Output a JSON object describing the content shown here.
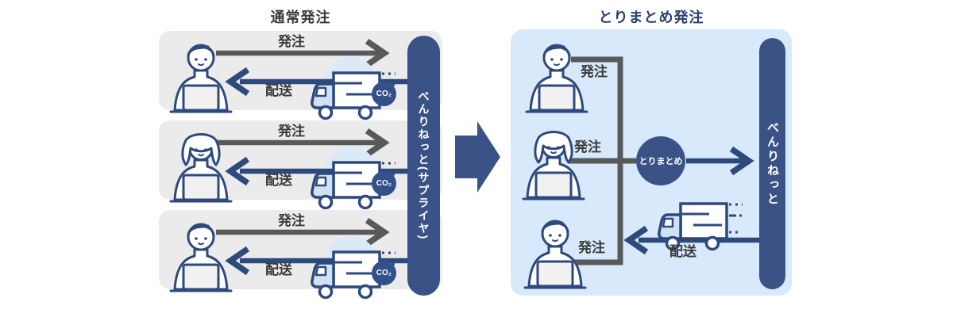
{
  "left": {
    "title": "通常発注",
    "supplier_label": "べんりねっと(サプライヤ)",
    "rows": [
      {
        "order_label": "発注",
        "delivery_label": "配送",
        "co2_label": "CO₂",
        "person": "male"
      },
      {
        "order_label": "発注",
        "delivery_label": "配送",
        "co2_label": "CO₂",
        "person": "female"
      },
      {
        "order_label": "発注",
        "delivery_label": "配送",
        "co2_label": "CO₂",
        "person": "male"
      }
    ]
  },
  "right": {
    "title": "とりまとめ発注",
    "supplier_label": "べんりねっと",
    "consolidate_label": "とりまとめ",
    "delivery_label": "配送",
    "orders": [
      {
        "label": "発注",
        "person": "male"
      },
      {
        "label": "発注",
        "person": "female"
      },
      {
        "label": "発注",
        "person": "male"
      }
    ]
  },
  "colors": {
    "navy": "#3b5286",
    "arrow_navy": "#2e4a7c",
    "gray_arrow": "#58595b",
    "panel_gray": "#ebebeb",
    "panel_blue": "#d7e9fa",
    "halo_blue": "#dbeaf8",
    "truck_cab_blue": "#cfe2f5",
    "text_dark": "#3a3a3a",
    "title_blue": "#2b4170"
  }
}
